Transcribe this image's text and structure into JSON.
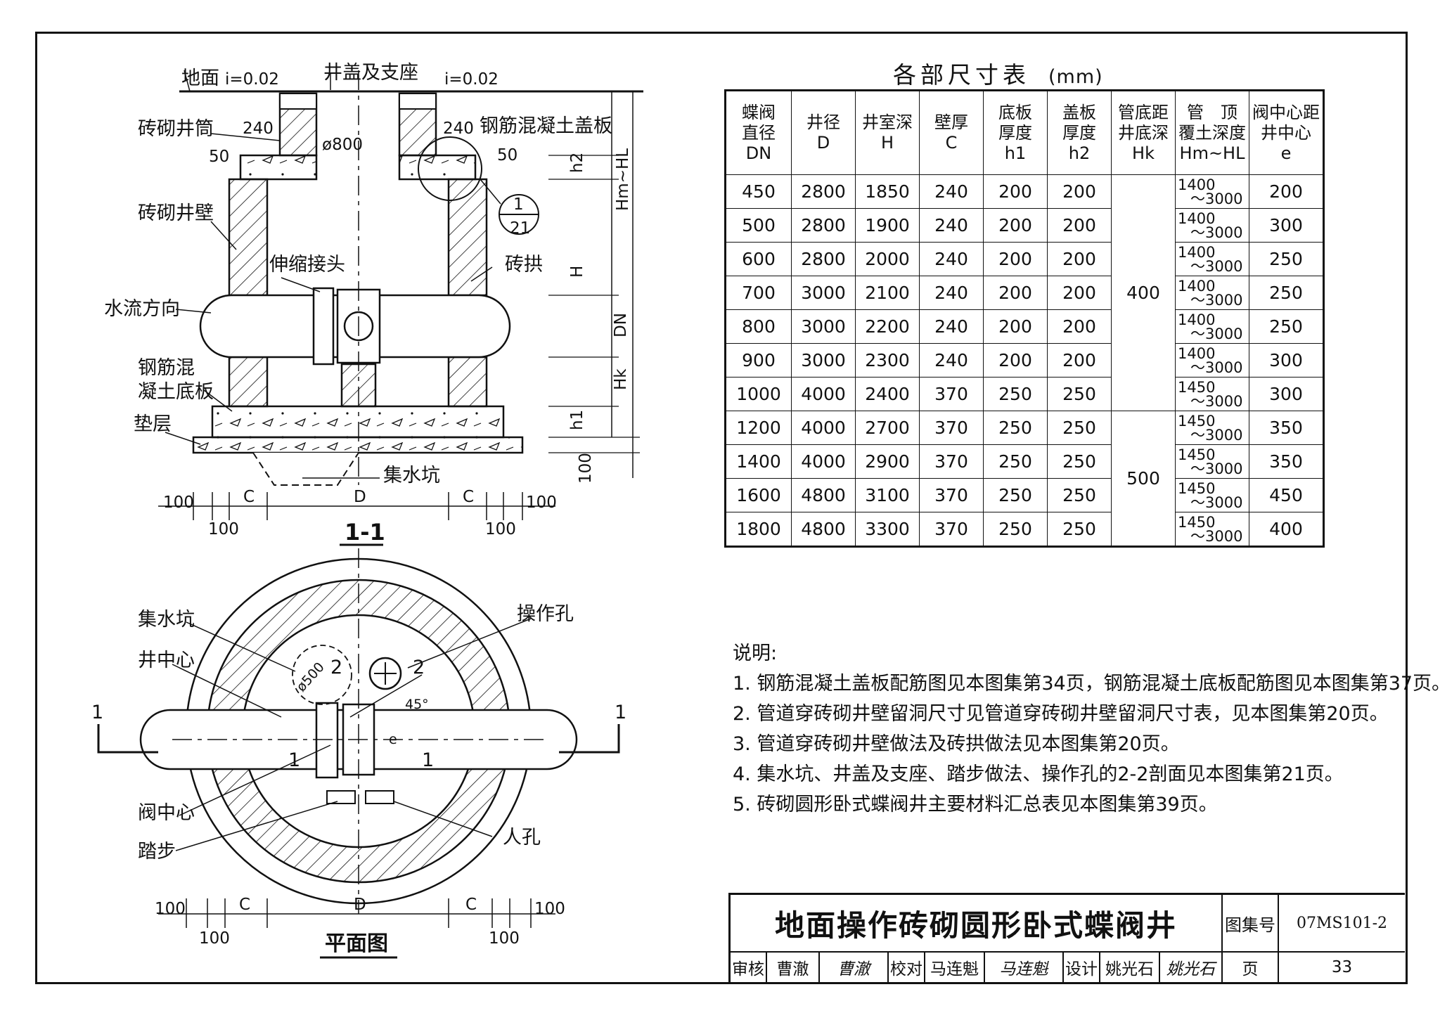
{
  "title": "地面操作砖砌圆形卧式蝶阀井",
  "atlas_label": "图集号",
  "atlas_no": "07MS101-2",
  "page_label": "页",
  "page_no": "33",
  "sign": {
    "review_label": "审核",
    "review_name": "曹澈",
    "review_sig": "曹澈",
    "check_label": "校对",
    "check_name": "马连魁",
    "check_sig": "马连魁",
    "design_label": "设计",
    "design_name": "姚光石",
    "design_sig": "姚光石"
  },
  "section": {
    "title": "1-1",
    "ground": "地面",
    "slope_left": "i=0.02",
    "slope_right": "i=0.02",
    "cover_seat": "井盖及支座",
    "brick_shaft": "砖砌井筒",
    "rc_cover": "钢筋混凝土盖板",
    "brick_wall": "砖砌井壁",
    "expansion_joint": "伸缩接头",
    "brick_arch": "砖拱",
    "flow_direction": "水流方向",
    "rc_base_1": "钢筋混",
    "rc_base_2": "凝土底板",
    "cushion": "垫层",
    "sump": "集水坑",
    "d240_left": "240",
    "d240_right": "240",
    "d50_left": "50",
    "d50_right": "50",
    "phi800": "ø800",
    "detail_num": "1",
    "detail_sheet": "21",
    "dim_h2": "h2",
    "dim_hmhl": "Hm~HL",
    "dim_H": "H",
    "dim_DN": "DN",
    "dim_Hk": "Hk",
    "dim_h1": "h1",
    "dim_100v": "100",
    "dim_bottom": [
      "100",
      "100",
      "C",
      "D",
      "C",
      "100",
      "100"
    ]
  },
  "plan": {
    "title": "平面图",
    "sump": "集水坑",
    "well_center": "井中心",
    "op_hole": "操作孔",
    "valve_center": "阀中心",
    "step": "踏步",
    "manhole": "人孔",
    "phi500": "ø500",
    "angle": "45°",
    "e": "e",
    "cut": "1",
    "mark2": "2",
    "dim_bottom": [
      "100",
      "100",
      "C",
      "D",
      "C",
      "100",
      "100"
    ]
  },
  "table": {
    "title": "各部尺寸表",
    "unit": "(mm)",
    "headers": [
      [
        "蝶阀",
        "直径",
        "DN"
      ],
      [
        "井径",
        "",
        "D"
      ],
      [
        "井室深",
        "",
        "H"
      ],
      [
        "壁厚",
        "",
        "C"
      ],
      [
        "底板",
        "厚度",
        "h1"
      ],
      [
        "盖板",
        "厚度",
        "h2"
      ],
      [
        "管底距",
        "井底深",
        "Hk"
      ],
      [
        "管　顶",
        "覆土深度",
        "Hm~HL"
      ],
      [
        "阀中心距",
        "井中心",
        "e"
      ]
    ],
    "rows": [
      [
        "450",
        "2800",
        "1850",
        "240",
        "200",
        "200",
        "1400",
        "～3000",
        "200"
      ],
      [
        "500",
        "2800",
        "1900",
        "240",
        "200",
        "200",
        "1400",
        "～3000",
        "300"
      ],
      [
        "600",
        "2800",
        "2000",
        "240",
        "200",
        "200",
        "1400",
        "～3000",
        "250"
      ],
      [
        "700",
        "3000",
        "2100",
        "240",
        "200",
        "200",
        "1400",
        "～3000",
        "250"
      ],
      [
        "800",
        "3000",
        "2200",
        "240",
        "200",
        "200",
        "1400",
        "～3000",
        "250"
      ],
      [
        "900",
        "3000",
        "2300",
        "240",
        "200",
        "200",
        "1400",
        "～3000",
        "300"
      ],
      [
        "1000",
        "4000",
        "2400",
        "370",
        "250",
        "250",
        "1450",
        "～3000",
        "300"
      ],
      [
        "1200",
        "4000",
        "2700",
        "370",
        "250",
        "250",
        "1450",
        "～3000",
        "350"
      ],
      [
        "1400",
        "4000",
        "2900",
        "370",
        "250",
        "250",
        "1450",
        "～3000",
        "350"
      ],
      [
        "1600",
        "4800",
        "3100",
        "370",
        "250",
        "250",
        "1450",
        "～3000",
        "450"
      ],
      [
        "1800",
        "4800",
        "3300",
        "370",
        "250",
        "250",
        "1450",
        "～3000",
        "400"
      ]
    ],
    "hk_group1": "400",
    "hk_group2": "500"
  },
  "notes": {
    "heading": "说明:",
    "items": [
      "1. 钢筋混凝土盖板配筋图见本图集第34页，钢筋混凝土底板配筋图见本图集第37页。",
      "2. 管道穿砖砌井壁留洞尺寸见管道穿砖砌井壁留洞尺寸表，见本图集第20页。",
      "3. 管道穿砖砌井壁做法及砖拱做法见本图集第20页。",
      "4. 集水坑、井盖及支座、踏步做法、操作孔的2-2剖面见本图集第21页。",
      "5. 砖砌圆形卧式蝶阀井主要材料汇总表见本图集第39页。"
    ]
  }
}
